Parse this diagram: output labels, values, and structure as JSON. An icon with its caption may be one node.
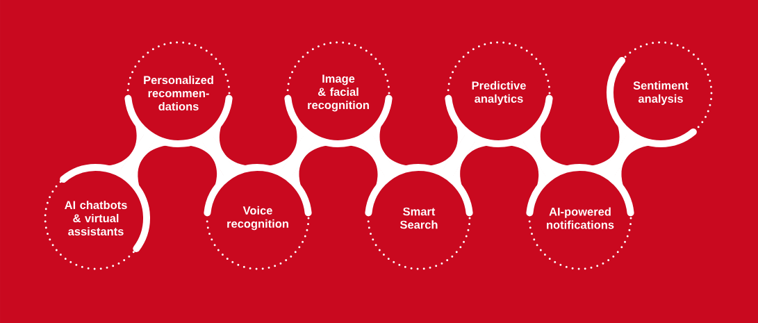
{
  "diagram": {
    "nodes": [
      {
        "text": [
          "AI chatbots & virtual assistants"
        ]
      },
      {
        "text": [
          "Personalized recommen- dations"
        ]
      },
      {
        "text": [
          "Voice recognition"
        ]
      },
      {
        "text": [
          "Image & facial recognition"
        ]
      },
      {
        "text": [
          "Smart Search"
        ]
      },
      {
        "text": [
          "Predictive analytics"
        ]
      },
      {
        "text": [
          "AI-powered notifications"
        ]
      },
      {
        "text": [
          "Sentiment analysis"
        ]
      }
    ],
    "edges": [
      {
        "from": 0,
        "to": 1,
        "arrow": "none"
      },
      {
        "from": 1,
        "to": 2,
        "arrow": "none"
      },
      {
        "from": 2,
        "to": 3,
        "arrow": "none"
      },
      {
        "from": 3,
        "to": 4,
        "arrow": "none"
      },
      {
        "from": 4,
        "to": 5,
        "arrow": "none"
      },
      {
        "from": 5,
        "to": 6,
        "arrow": "none"
      },
      {
        "from": 6,
        "to": 7,
        "arrow": "none"
      }
    ]
  }
}
